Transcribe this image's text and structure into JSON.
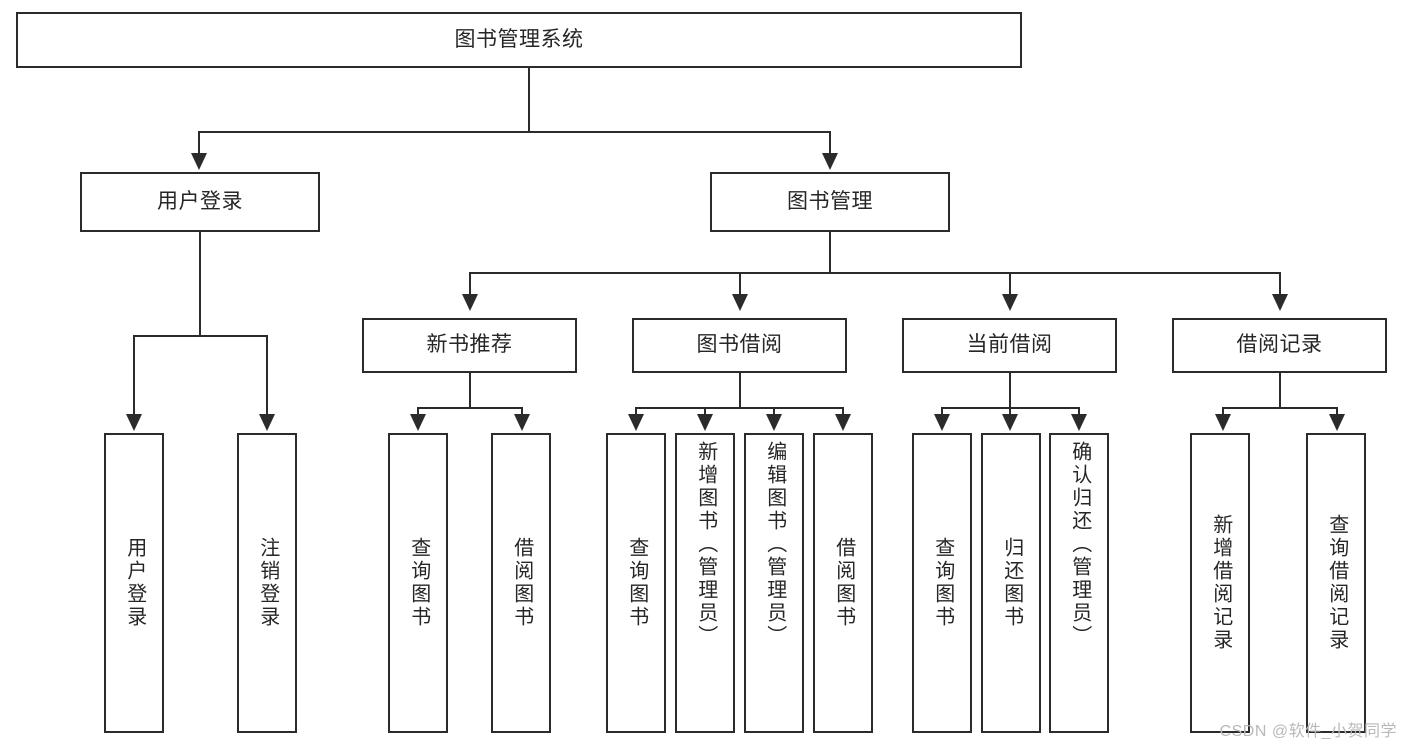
{
  "diagram": {
    "title": "图书管理系统",
    "root": {
      "id": "root",
      "label": "图书管理系统"
    },
    "level2": [
      {
        "id": "user-login",
        "label": "用户登录"
      },
      {
        "id": "book-manage",
        "label": "图书管理"
      }
    ],
    "level3": [
      {
        "id": "new-book-recommend",
        "label": "新书推荐"
      },
      {
        "id": "book-borrow",
        "label": "图书借阅"
      },
      {
        "id": "current-borrow",
        "label": "当前借阅"
      },
      {
        "id": "borrow-record",
        "label": "借阅记录"
      }
    ],
    "leaves": {
      "user_login": [
        {
          "id": "leaf-user-login",
          "label": "用户登录"
        },
        {
          "id": "leaf-logout",
          "label": "注销登录"
        }
      ],
      "new_book_recommend": [
        {
          "id": "leaf-query-book-1",
          "label": "查询图书"
        },
        {
          "id": "leaf-borrow-book-1",
          "label": "借阅图书"
        }
      ],
      "book_borrow": [
        {
          "id": "leaf-query-book-2",
          "label": "查询图书"
        },
        {
          "id": "leaf-add-book",
          "label": "新增图书（管理员）"
        },
        {
          "id": "leaf-edit-book",
          "label": "编辑图书（管理员）"
        },
        {
          "id": "leaf-borrow-book-2",
          "label": "借阅图书"
        }
      ],
      "current_borrow": [
        {
          "id": "leaf-query-book-3",
          "label": "查询图书"
        },
        {
          "id": "leaf-return-book",
          "label": "归还图书"
        },
        {
          "id": "leaf-confirm-return",
          "label": "确认归还（管理员）"
        }
      ],
      "borrow_record": [
        {
          "id": "leaf-add-record",
          "label": "新增借阅记录"
        },
        {
          "id": "leaf-query-record",
          "label": "查询借阅记录"
        }
      ]
    }
  },
  "watermark": {
    "text": "CSDN @软件_小贺同学"
  },
  "colors": {
    "stroke": "#2b2b2b",
    "text": "#262626",
    "background": "#ffffff",
    "watermark": "#b9b9b9"
  }
}
